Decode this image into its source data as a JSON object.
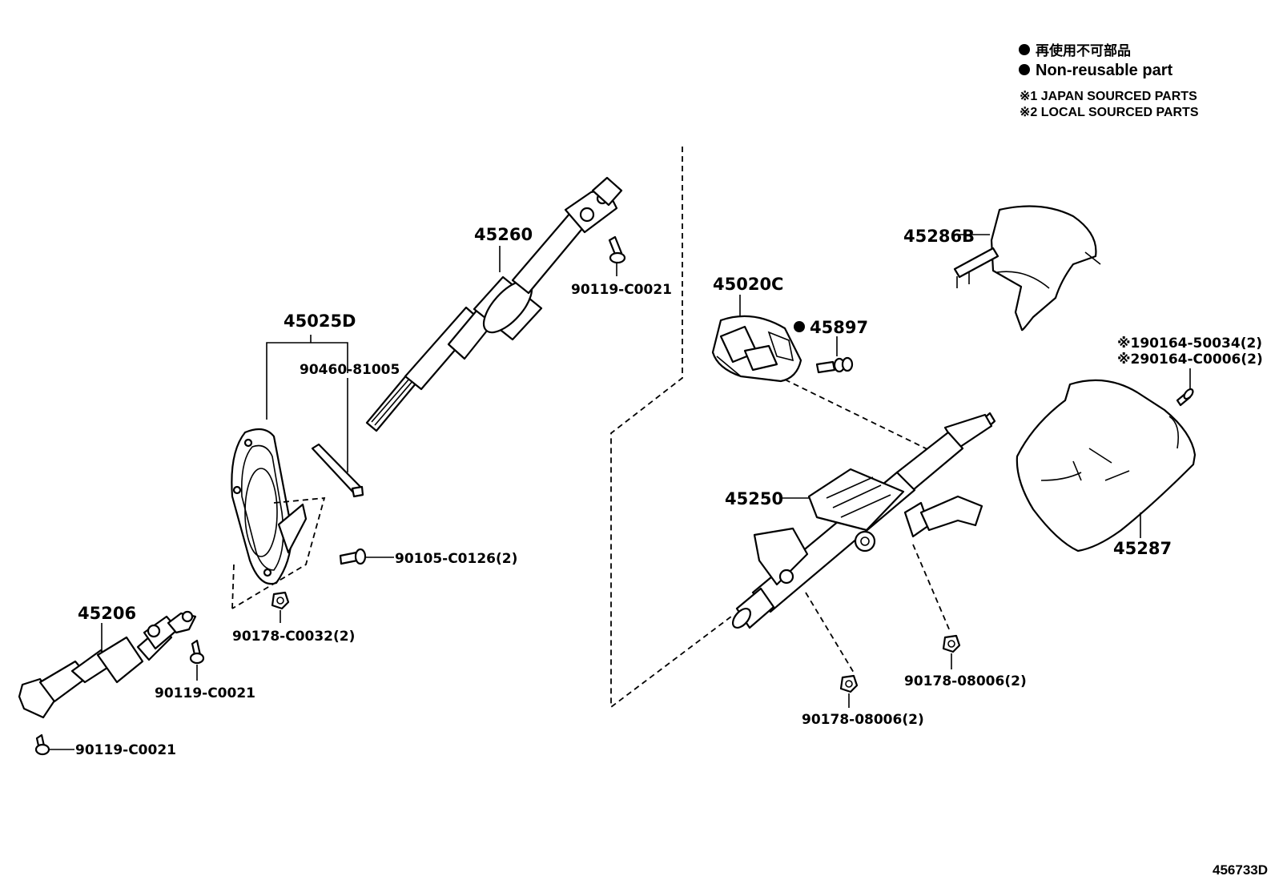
{
  "legend": {
    "line1": "再使用不可部品",
    "line2": "Non-reusable part",
    "note1": "※1 JAPAN SOURCED PARTS",
    "note2": "※2 LOCAL SOURCED PARTS"
  },
  "labels": {
    "p45260": "45260",
    "p90119_top": "90119-C0021",
    "p45025D": "45025D",
    "p90460": "90460-81005",
    "p90105": "90105-C0126(2)",
    "p90178_c0032": "90178-C0032(2)",
    "p45206": "45206",
    "p90119_mid": "90119-C0021",
    "p90119_bottom": "90119-C0021",
    "p45020C": "45020C",
    "p45897": "45897",
    "p45286B": "45286B",
    "p90164_1": "※190164-50034(2)",
    "p90164_2": "※290164-C0006(2)",
    "p45250": "45250",
    "p45287": "45287",
    "p90178_right": "90178-08006(2)",
    "p90178_center": "90178-08006(2)"
  },
  "figure_id": "456733D"
}
